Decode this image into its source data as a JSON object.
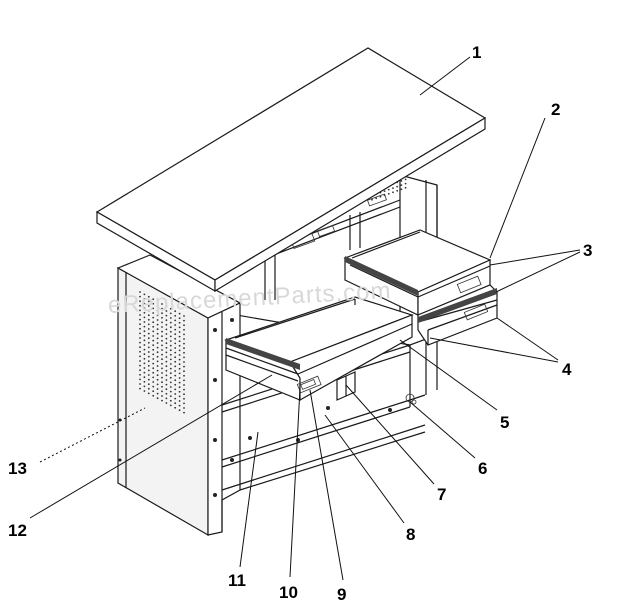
{
  "watermark": "eReplacementParts.com",
  "colors": {
    "line": "#1a1a1a",
    "panel": "#f3f3f3",
    "background": "#ffffff"
  },
  "callouts": [
    {
      "id": "1",
      "label": "1"
    },
    {
      "id": "2",
      "label": "2"
    },
    {
      "id": "3",
      "label": "3"
    },
    {
      "id": "4",
      "label": "4"
    },
    {
      "id": "5",
      "label": "5"
    },
    {
      "id": "6",
      "label": "6"
    },
    {
      "id": "7",
      "label": "7"
    },
    {
      "id": "8",
      "label": "8"
    },
    {
      "id": "9",
      "label": "9"
    },
    {
      "id": "10",
      "label": "10"
    },
    {
      "id": "11",
      "label": "11"
    },
    {
      "id": "12",
      "label": "12"
    },
    {
      "id": "13",
      "label": "13"
    }
  ]
}
